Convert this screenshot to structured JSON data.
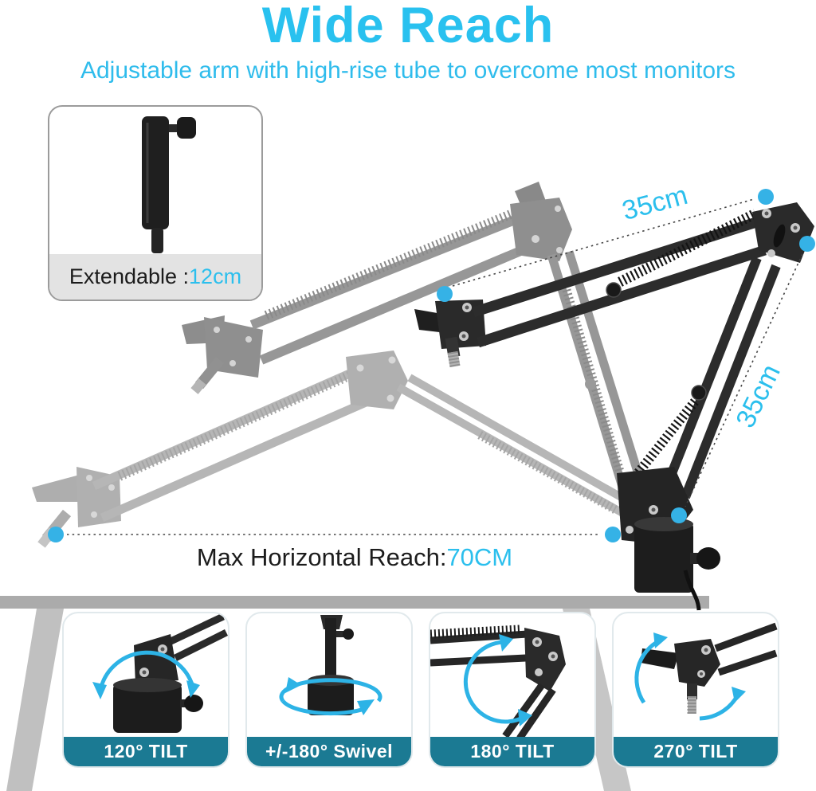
{
  "header": {
    "title": "Wide Reach",
    "subtitle": "Adjustable arm with high-rise tube to overcome most monitors"
  },
  "callout": {
    "label": "Extendable :",
    "value": "12cm"
  },
  "measurements": {
    "upper_arm_length": "35cm",
    "lower_arm_length": "35cm",
    "max_reach_label": "Max Horizontal Reach:",
    "max_reach_value": "70CM"
  },
  "features": [
    {
      "label": "120° TILT"
    },
    {
      "label": "+/-180° Swivel"
    },
    {
      "label": "180° TILT"
    },
    {
      "label": "270° TILT"
    }
  ],
  "colors": {
    "accent_cyan": "#29c1ef",
    "joint_dot": "#35b2e6",
    "banner_teal": "#1b7a93",
    "arm_black": "#2a2a2a",
    "ghost_gray": "#9a9a9a",
    "desk_gray": "#ababab"
  }
}
